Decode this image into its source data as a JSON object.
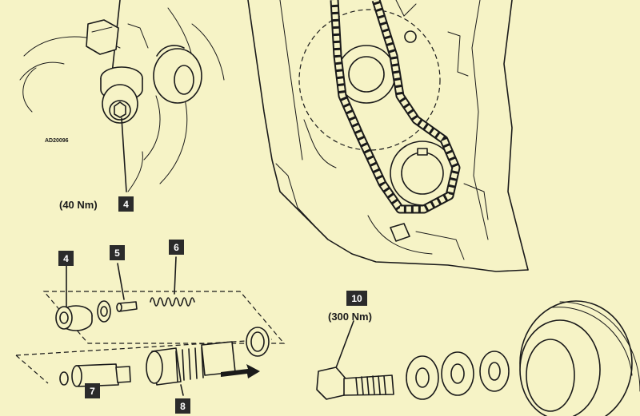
{
  "figure_code": "AD20096",
  "callouts": {
    "c4_top": "4",
    "c4": "4",
    "c5": "5",
    "c6": "6",
    "c7": "7",
    "c8": "8",
    "c10": "10"
  },
  "torques": {
    "tensioner_plug": "(40 Nm)",
    "crank_bolt": "(300 Nm)"
  },
  "colors": {
    "background": "#f6f3c6",
    "ink": "#1a1a1a",
    "callout_box": "#2b2b2b",
    "callout_text": "#ffffff"
  }
}
